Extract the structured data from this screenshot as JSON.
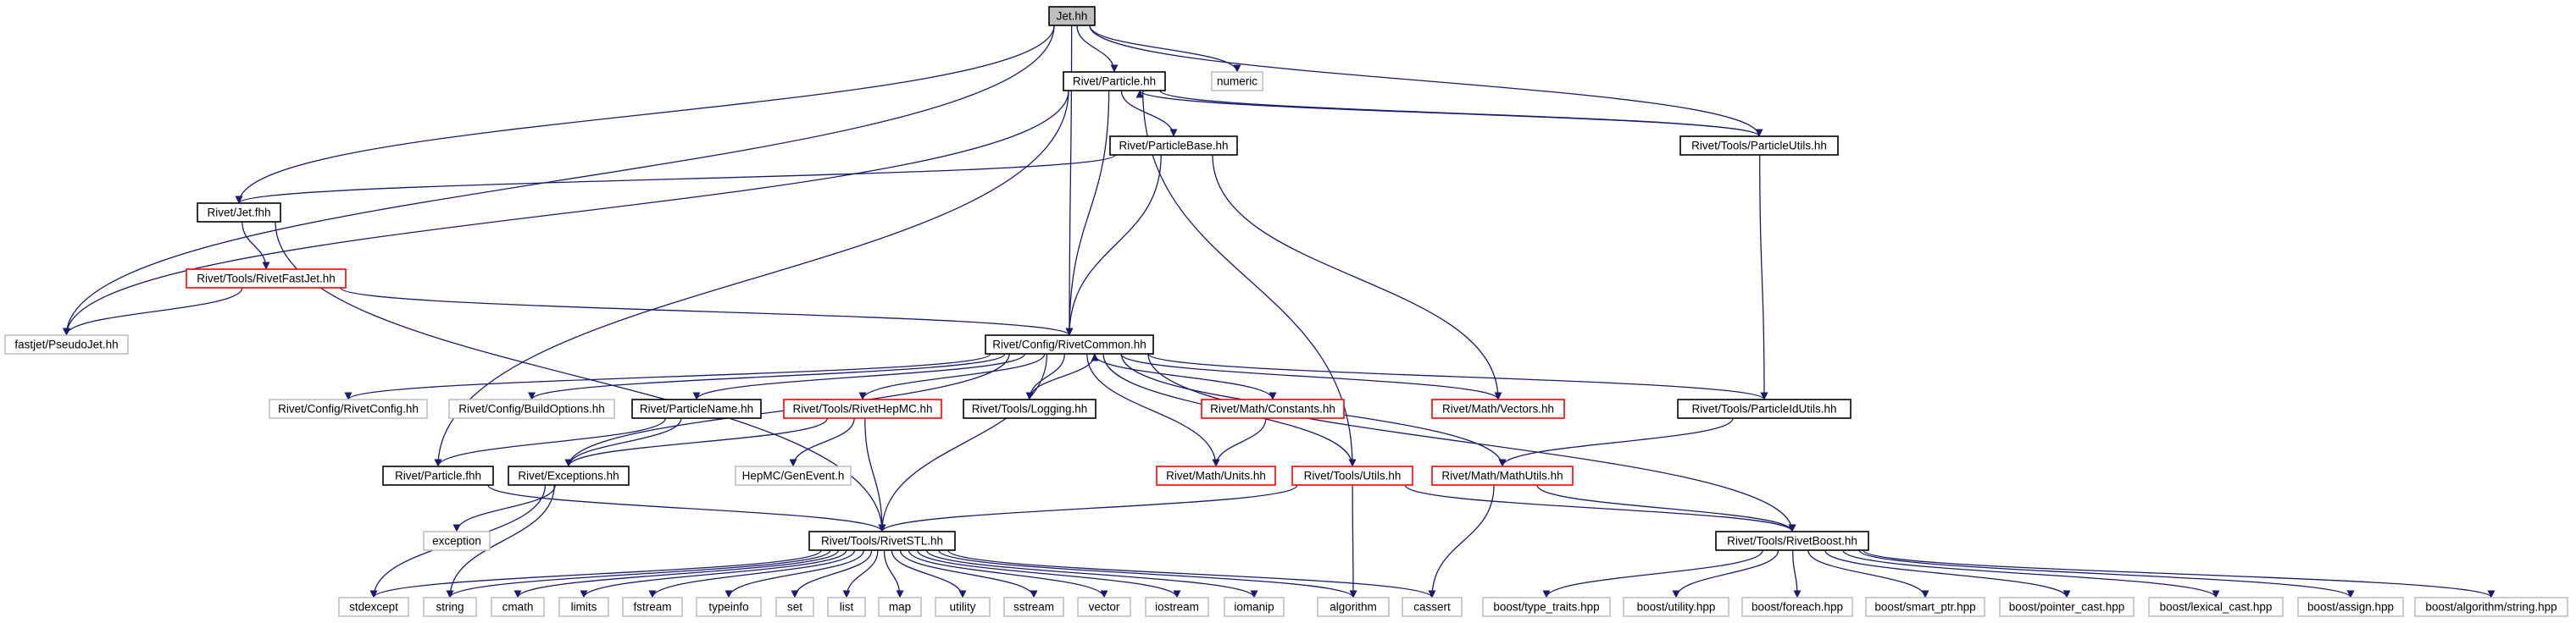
{
  "nodes": [
    {
      "id": "jet_hh",
      "label": "Jet.hh",
      "style": "focus"
    },
    {
      "id": "rivet_particle_hh",
      "label": "Rivet/Particle.hh",
      "style": "normal"
    },
    {
      "id": "numeric",
      "label": "numeric",
      "style": "external"
    },
    {
      "id": "rivet_tools_particleutils_hh",
      "label": "Rivet/Tools/ParticleUtils.hh",
      "style": "normal"
    },
    {
      "id": "rivet_particlebase_hh",
      "label": "Rivet/ParticleBase.hh",
      "style": "normal"
    },
    {
      "id": "rivet_jet_fhh",
      "label": "Rivet/Jet.fhh",
      "style": "normal"
    },
    {
      "id": "rivet_tools_rivetfastjet_hh",
      "label": "Rivet/Tools/RivetFastJet.hh",
      "style": "incomplete"
    },
    {
      "id": "fastjet_pseudojet_hh",
      "label": "fastjet/PseudoJet.hh",
      "style": "external"
    },
    {
      "id": "rivet_config_rivetcommon_hh",
      "label": "Rivet/Config/RivetCommon.hh",
      "style": "normal"
    },
    {
      "id": "rivet_config_rivetconfig_hh",
      "label": "Rivet/Config/RivetConfig.hh",
      "style": "external"
    },
    {
      "id": "rivet_config_buildoptions_hh",
      "label": "Rivet/Config/BuildOptions.hh",
      "style": "external"
    },
    {
      "id": "rivet_particlename_hh",
      "label": "Rivet/ParticleName.hh",
      "style": "normal"
    },
    {
      "id": "rivet_tools_rivethepmc_hh",
      "label": "Rivet/Tools/RivetHepMC.hh",
      "style": "incomplete"
    },
    {
      "id": "rivet_tools_logging_hh",
      "label": "Rivet/Tools/Logging.hh",
      "style": "normal"
    },
    {
      "id": "rivet_math_constants_hh",
      "label": "Rivet/Math/Constants.hh",
      "style": "incomplete"
    },
    {
      "id": "rivet_math_vectors_hh",
      "label": "Rivet/Math/Vectors.hh",
      "style": "incomplete"
    },
    {
      "id": "rivet_tools_particleidutils_hh",
      "label": "Rivet/Tools/ParticleIdUtils.hh",
      "style": "normal"
    },
    {
      "id": "hepmc_genevent_h",
      "label": "HepMC/GenEvent.h",
      "style": "external"
    },
    {
      "id": "rivet_math_units_hh",
      "label": "Rivet/Math/Units.hh",
      "style": "incomplete"
    },
    {
      "id": "rivet_particle_fhh",
      "label": "Rivet/Particle.fhh",
      "style": "normal"
    },
    {
      "id": "rivet_exceptions_hh",
      "label": "Rivet/Exceptions.hh",
      "style": "normal"
    },
    {
      "id": "rivet_tools_utils_hh",
      "label": "Rivet/Tools/Utils.hh",
      "style": "incomplete"
    },
    {
      "id": "rivet_math_mathutils_hh",
      "label": "Rivet/Math/MathUtils.hh",
      "style": "incomplete"
    },
    {
      "id": "exception",
      "label": "exception",
      "style": "external"
    },
    {
      "id": "rivet_tools_rivetstl_hh",
      "label": "Rivet/Tools/RivetSTL.hh",
      "style": "normal"
    },
    {
      "id": "rivet_tools_rivetboost_hh",
      "label": "Rivet/Tools/RivetBoost.hh",
      "style": "normal"
    },
    {
      "id": "stdexcept",
      "label": "stdexcept",
      "style": "external"
    },
    {
      "id": "string",
      "label": "string",
      "style": "external"
    },
    {
      "id": "cmath",
      "label": "cmath",
      "style": "external"
    },
    {
      "id": "limits",
      "label": "limits",
      "style": "external"
    },
    {
      "id": "fstream",
      "label": "fstream",
      "style": "external"
    },
    {
      "id": "typeinfo",
      "label": "typeinfo",
      "style": "external"
    },
    {
      "id": "set",
      "label": "set",
      "style": "external"
    },
    {
      "id": "list",
      "label": "list",
      "style": "external"
    },
    {
      "id": "map",
      "label": "map",
      "style": "external"
    },
    {
      "id": "utility",
      "label": "utility",
      "style": "external"
    },
    {
      "id": "sstream",
      "label": "sstream",
      "style": "external"
    },
    {
      "id": "vector",
      "label": "vector",
      "style": "external"
    },
    {
      "id": "iostream",
      "label": "iostream",
      "style": "external"
    },
    {
      "id": "iomanip",
      "label": "iomanip",
      "style": "external"
    },
    {
      "id": "algorithm",
      "label": "algorithm",
      "style": "external"
    },
    {
      "id": "cassert",
      "label": "cassert",
      "style": "external"
    },
    {
      "id": "boost_type_traits_hpp",
      "label": "boost/type_traits.hpp",
      "style": "external"
    },
    {
      "id": "boost_utility_hpp",
      "label": "boost/utility.hpp",
      "style": "external"
    },
    {
      "id": "boost_foreach_hpp",
      "label": "boost/foreach.hpp",
      "style": "external"
    },
    {
      "id": "boost_smart_ptr_hpp",
      "label": "boost/smart_ptr.hpp",
      "style": "external"
    },
    {
      "id": "boost_pointer_cast_hpp",
      "label": "boost/pointer_cast.hpp",
      "style": "external"
    },
    {
      "id": "boost_lexical_cast_hpp",
      "label": "boost/lexical_cast.hpp",
      "style": "external"
    },
    {
      "id": "boost_assign_hpp",
      "label": "boost/assign.hpp",
      "style": "external"
    },
    {
      "id": "boost_algorithm_string_hpp",
      "label": "boost/algorithm/string.hpp",
      "style": "external"
    }
  ],
  "edges": [
    [
      "jet_hh",
      "rivet_particle_hh"
    ],
    [
      "jet_hh",
      "numeric"
    ],
    [
      "jet_hh",
      "rivet_tools_particleutils_hh"
    ],
    [
      "jet_hh",
      "rivet_jet_fhh"
    ],
    [
      "jet_hh",
      "fastjet_pseudojet_hh"
    ],
    [
      "jet_hh",
      "rivet_config_rivetcommon_hh"
    ],
    [
      "rivet_particle_hh",
      "rivet_particlebase_hh"
    ],
    [
      "rivet_particle_hh",
      "rivet_tools_particleutils_hh"
    ],
    [
      "rivet_particle_hh",
      "fastjet_pseudojet_hh"
    ],
    [
      "rivet_particle_hh",
      "rivet_config_rivetcommon_hh"
    ],
    [
      "rivet_particle_hh",
      "rivet_particle_fhh"
    ],
    [
      "rivet_particle_hh",
      "rivet_tools_utils_hh"
    ],
    [
      "rivet_tools_particleutils_hh",
      "rivet_particle_hh"
    ],
    [
      "rivet_tools_particleutils_hh",
      "rivet_tools_particleidutils_hh"
    ],
    [
      "rivet_particlebase_hh",
      "rivet_jet_fhh"
    ],
    [
      "rivet_particlebase_hh",
      "rivet_config_rivetcommon_hh"
    ],
    [
      "rivet_particlebase_hh",
      "rivet_math_vectors_hh"
    ],
    [
      "rivet_jet_fhh",
      "rivet_tools_rivetfastjet_hh"
    ],
    [
      "rivet_jet_fhh",
      "rivet_tools_rivetstl_hh"
    ],
    [
      "rivet_tools_rivetfastjet_hh",
      "fastjet_pseudojet_hh"
    ],
    [
      "rivet_tools_rivetfastjet_hh",
      "rivet_config_rivetcommon_hh"
    ],
    [
      "rivet_config_rivetcommon_hh",
      "rivet_config_rivetconfig_hh"
    ],
    [
      "rivet_config_rivetcommon_hh",
      "rivet_config_buildoptions_hh"
    ],
    [
      "rivet_config_rivetcommon_hh",
      "rivet_particlename_hh"
    ],
    [
      "rivet_config_rivetcommon_hh",
      "rivet_tools_rivethepmc_hh"
    ],
    [
      "rivet_config_rivetcommon_hh",
      "rivet_tools_logging_hh"
    ],
    [
      "rivet_config_rivetcommon_hh",
      "rivet_math_constants_hh"
    ],
    [
      "rivet_config_rivetcommon_hh",
      "rivet_math_vectors_hh"
    ],
    [
      "rivet_config_rivetcommon_hh",
      "rivet_tools_particleidutils_hh"
    ],
    [
      "rivet_config_rivetcommon_hh",
      "rivet_math_units_hh"
    ],
    [
      "rivet_config_rivetcommon_hh",
      "rivet_tools_utils_hh"
    ],
    [
      "rivet_config_rivetcommon_hh",
      "rivet_math_mathutils_hh"
    ],
    [
      "rivet_config_rivetcommon_hh",
      "rivet_tools_rivetstl_hh"
    ],
    [
      "rivet_config_rivetcommon_hh",
      "rivet_tools_rivetboost_hh"
    ],
    [
      "rivet_config_rivetcommon_hh",
      "rivet_exceptions_hh"
    ],
    [
      "rivet_tools_logging_hh",
      "rivet_config_rivetcommon_hh"
    ],
    [
      "rivet_particlename_hh",
      "rivet_particle_fhh"
    ],
    [
      "rivet_particlename_hh",
      "rivet_exceptions_hh"
    ],
    [
      "rivet_tools_rivethepmc_hh",
      "hepmc_genevent_h"
    ],
    [
      "rivet_tools_rivethepmc_hh",
      "rivet_exceptions_hh"
    ],
    [
      "rivet_tools_rivethepmc_hh",
      "rivet_tools_rivetstl_hh"
    ],
    [
      "rivet_math_constants_hh",
      "rivet_math_units_hh"
    ],
    [
      "rivet_tools_particleidutils_hh",
      "rivet_math_mathutils_hh"
    ],
    [
      "rivet_particle_fhh",
      "rivet_tools_rivetstl_hh"
    ],
    [
      "rivet_exceptions_hh",
      "exception"
    ],
    [
      "rivet_exceptions_hh",
      "stdexcept"
    ],
    [
      "rivet_exceptions_hh",
      "string"
    ],
    [
      "rivet_tools_utils_hh",
      "rivet_tools_rivetstl_hh"
    ],
    [
      "rivet_tools_utils_hh",
      "rivet_tools_rivetboost_hh"
    ],
    [
      "rivet_tools_utils_hh",
      "algorithm"
    ],
    [
      "rivet_math_mathutils_hh",
      "rivet_tools_rivetboost_hh"
    ],
    [
      "rivet_math_mathutils_hh",
      "cassert"
    ],
    [
      "rivet_tools_rivetstl_hh",
      "stdexcept"
    ],
    [
      "rivet_tools_rivetstl_hh",
      "string"
    ],
    [
      "rivet_tools_rivetstl_hh",
      "cmath"
    ],
    [
      "rivet_tools_rivetstl_hh",
      "limits"
    ],
    [
      "rivet_tools_rivetstl_hh",
      "fstream"
    ],
    [
      "rivet_tools_rivetstl_hh",
      "typeinfo"
    ],
    [
      "rivet_tools_rivetstl_hh",
      "set"
    ],
    [
      "rivet_tools_rivetstl_hh",
      "list"
    ],
    [
      "rivet_tools_rivetstl_hh",
      "map"
    ],
    [
      "rivet_tools_rivetstl_hh",
      "utility"
    ],
    [
      "rivet_tools_rivetstl_hh",
      "sstream"
    ],
    [
      "rivet_tools_rivetstl_hh",
      "vector"
    ],
    [
      "rivet_tools_rivetstl_hh",
      "iostream"
    ],
    [
      "rivet_tools_rivetstl_hh",
      "iomanip"
    ],
    [
      "rivet_tools_rivetstl_hh",
      "algorithm"
    ],
    [
      "rivet_tools_rivetstl_hh",
      "cassert"
    ],
    [
      "rivet_tools_rivetboost_hh",
      "boost_type_traits_hpp"
    ],
    [
      "rivet_tools_rivetboost_hh",
      "boost_utility_hpp"
    ],
    [
      "rivet_tools_rivetboost_hh",
      "boost_foreach_hpp"
    ],
    [
      "rivet_tools_rivetboost_hh",
      "boost_smart_ptr_hpp"
    ],
    [
      "rivet_tools_rivetboost_hh",
      "boost_pointer_cast_hpp"
    ],
    [
      "rivet_tools_rivetboost_hh",
      "boost_lexical_cast_hpp"
    ],
    [
      "rivet_tools_rivetboost_hh",
      "boost_assign_hpp"
    ],
    [
      "rivet_tools_rivetboost_hh",
      "boost_algorithm_string_hpp"
    ]
  ],
  "colors": {
    "edge": "#191970",
    "focus_fill": "#bfbfbf",
    "normal_border": "#000000",
    "incomplete_border": "#ff0000",
    "external_border": "#bfbfbf",
    "text": "#000000"
  }
}
